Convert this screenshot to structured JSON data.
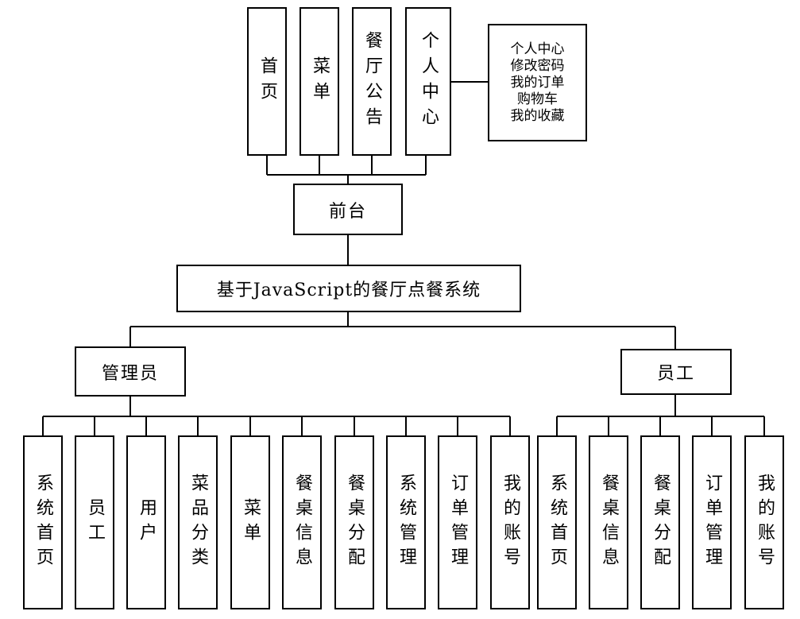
{
  "title": "基于JavaScript的餐厅点餐系统",
  "frontend": {
    "label": "前台",
    "modules": [
      "首页",
      "菜单",
      "餐厅公告",
      "个人中心"
    ],
    "personal_center_items": "个人中心\n修改密码\n我的订单\n购物车\n我的收藏"
  },
  "admin": {
    "label": "管理员",
    "modules": [
      "系统首页",
      "员工",
      "用户",
      "菜品分类",
      "菜单",
      "餐桌信息",
      "餐桌分配",
      "系统管理",
      "订单管理",
      "我的账号"
    ]
  },
  "staff": {
    "label": "员工",
    "modules": [
      "系统首页",
      "餐桌信息",
      "餐桌分配",
      "订单管理",
      "我的账号"
    ]
  },
  "colors": {
    "line": "#000000",
    "box_border": "#000000",
    "background": "#ffffff"
  }
}
